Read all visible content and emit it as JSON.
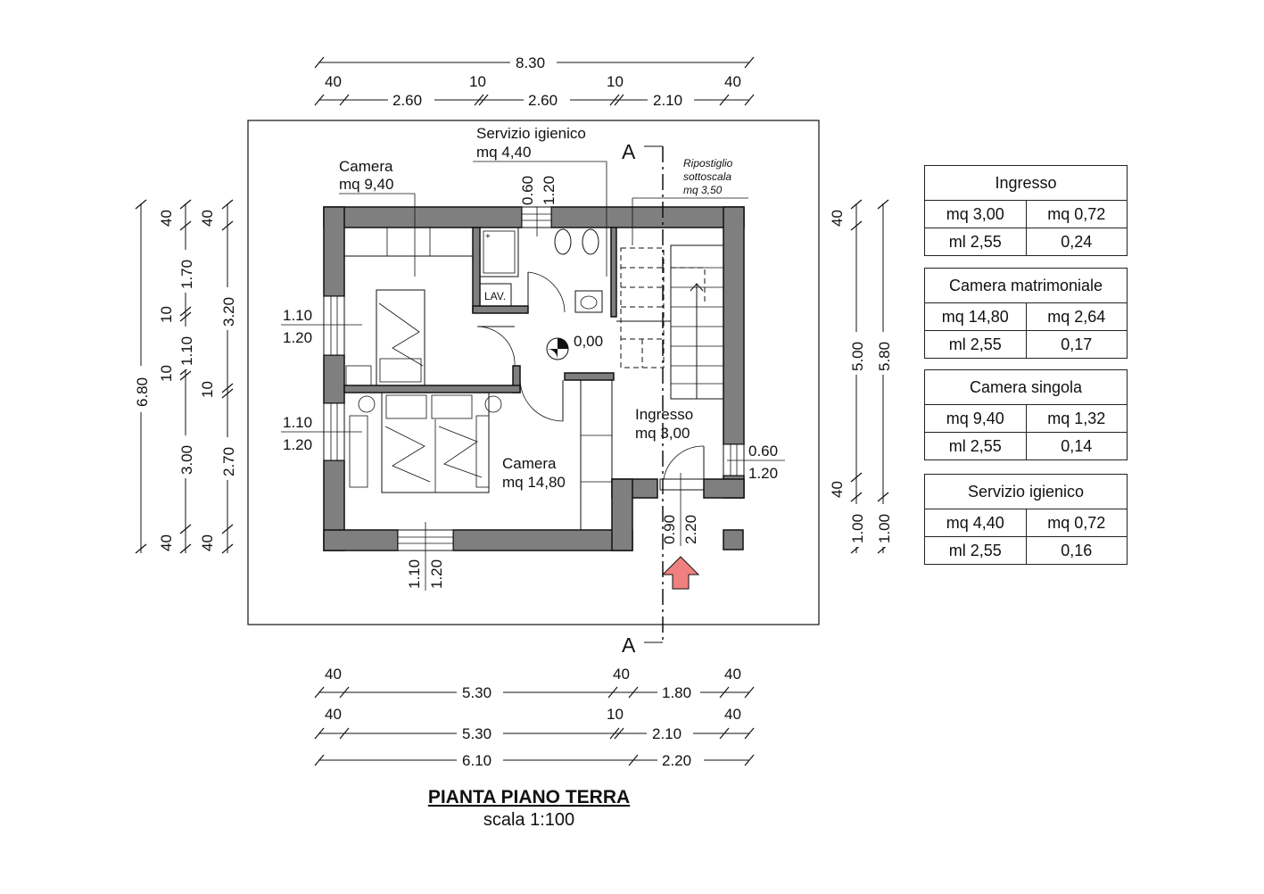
{
  "title": "PIANTA PIANO TERRA",
  "scale": "scala 1:100",
  "rooms": {
    "camera_singola": {
      "name": "Camera",
      "area": "mq 9,40"
    },
    "servizio": {
      "name": "Servizio igienico",
      "area": "mq 4,40"
    },
    "ripostiglio": {
      "line1": "Ripostiglio",
      "line2": "sottoscala",
      "area": "mq 3,50"
    },
    "camera_matrimoniale": {
      "name": "Camera",
      "area": "mq 14,80"
    },
    "ingresso": {
      "name": "Ingresso",
      "area": "mq 3,00"
    },
    "lav": "LAV.",
    "level": "0,00"
  },
  "section_label": "A",
  "dims": {
    "top_total": "8.30",
    "top_row": [
      "40",
      "2.60",
      "10",
      "2.60",
      "10",
      "2.10",
      "40"
    ],
    "bottom_row1": [
      "40",
      "5.30",
      "40",
      "1.80",
      "40"
    ],
    "bottom_row2": [
      "40",
      "5.30",
      "10",
      "2.10",
      "40"
    ],
    "bottom_row3": [
      "6.10",
      "2.20"
    ],
    "left_total": "6.80",
    "left_col1": [
      "40",
      "1.70",
      "10",
      "1.10",
      "10",
      "3.00",
      "40"
    ],
    "left_col2": [
      "40",
      "3.20",
      "10",
      "2.70",
      "40"
    ],
    "right_col1": [
      "40",
      "5.00",
      "40",
      "1.00"
    ],
    "right_col2": [
      "5.80",
      "1.00"
    ],
    "win_bath": [
      "0.60",
      "1.20"
    ],
    "win_left_upper": [
      "1.10",
      "1.20"
    ],
    "win_left_lower": [
      "1.10",
      "1.20"
    ],
    "win_bottom": [
      "1.10",
      "1.20"
    ],
    "win_right": [
      "0.60",
      "1.20"
    ],
    "door_entry": [
      "0.90",
      "2.20"
    ]
  },
  "legend": [
    {
      "name": "Ingresso",
      "r1": [
        "mq 3,00",
        "mq 0,72"
      ],
      "r2": [
        "ml 2,55",
        "0,24"
      ]
    },
    {
      "name": "Camera matrimoniale",
      "r1": [
        "mq 14,80",
        "mq 2,64"
      ],
      "r2": [
        "ml 2,55",
        "0,17"
      ]
    },
    {
      "name": "Camera singola",
      "r1": [
        "mq 9,40",
        "mq 1,32"
      ],
      "r2": [
        "ml 2,55",
        "0,14"
      ]
    },
    {
      "name": "Servizio igienico",
      "r1": [
        "mq 4,40",
        "mq 0,72"
      ],
      "r2": [
        "ml 2,55",
        "0,16"
      ]
    }
  ],
  "colors": {
    "wall": "#7f7f7f",
    "arrow": "#f08080"
  }
}
